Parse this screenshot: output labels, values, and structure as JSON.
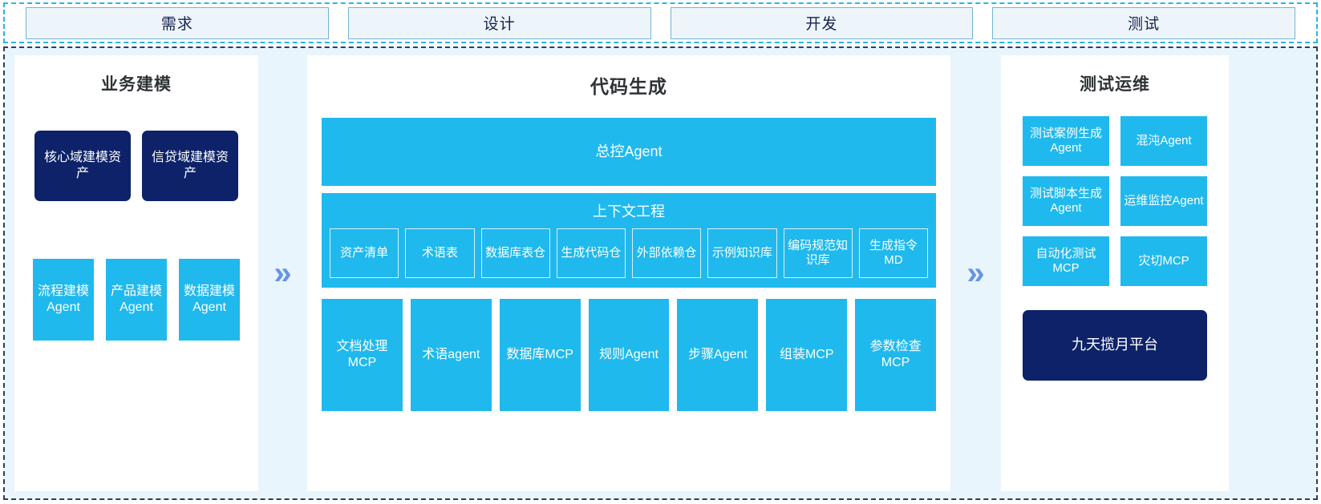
{
  "phases": [
    {
      "label": "需求"
    },
    {
      "label": "设计"
    },
    {
      "label": "开发"
    },
    {
      "label": "测试"
    }
  ],
  "arrows": {
    "glyph": "»"
  },
  "colors": {
    "cyan": "#1fb9ee",
    "navy": "#0d2268",
    "panel_bg": "#ffffff",
    "body_bg": "#e9f5fd",
    "phase_fill": "#eef5fa",
    "phase_border": "#74b4d2",
    "arrow": "#6694e6"
  },
  "left_panel": {
    "title": "业务建模",
    "assets": [
      {
        "label": "核心域建模资产"
      },
      {
        "label": "信贷域建模资产"
      }
    ],
    "agents": [
      {
        "label": "流程建模Agent"
      },
      {
        "label": "产品建模Agent"
      },
      {
        "label": "数据建模Agent"
      }
    ]
  },
  "center_panel": {
    "title": "代码生成",
    "master_agent": "总控Agent",
    "context": {
      "title": "上下文工程",
      "items": [
        {
          "label": "资产清单"
        },
        {
          "label": "术语表"
        },
        {
          "label": "数据库表仓"
        },
        {
          "label": "生成代码仓"
        },
        {
          "label": "外部依赖仓"
        },
        {
          "label": "示例知识库"
        },
        {
          "label": "编码规范知识库"
        },
        {
          "label": "生成指令MD"
        }
      ]
    },
    "tools": [
      {
        "label": "文档处理MCP"
      },
      {
        "label": "术语agent"
      },
      {
        "label": "数据库MCP"
      },
      {
        "label": "规则Agent"
      },
      {
        "label": "步骤Agent"
      },
      {
        "label": "组装MCP"
      },
      {
        "label": "参数检查MCP"
      }
    ]
  },
  "right_panel": {
    "title": "测试运维",
    "items": [
      {
        "label": "测试案例生成Agent"
      },
      {
        "label": "混沌Agent"
      },
      {
        "label": "测试脚本生成Agent"
      },
      {
        "label": "运维监控Agent"
      },
      {
        "label": "自动化测试MCP"
      },
      {
        "label": "灾切MCP"
      }
    ],
    "platform": "九天揽月平台"
  }
}
